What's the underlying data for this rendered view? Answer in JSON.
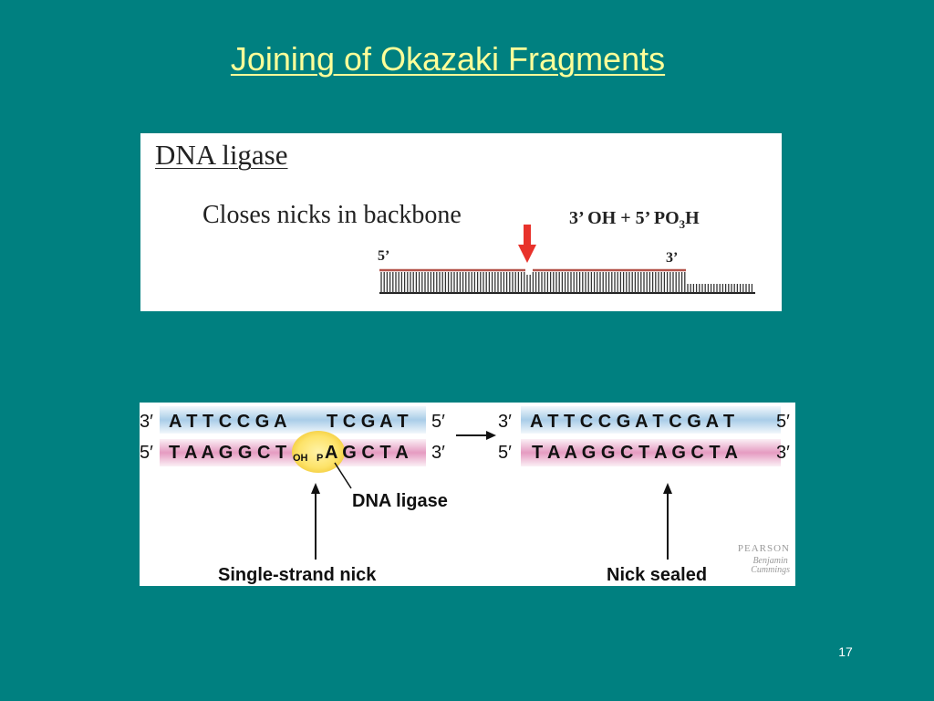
{
  "slide": {
    "title": "Joining of Okazaki Fragments",
    "page_number": "17"
  },
  "top_panel": {
    "heading": "DNA ligase",
    "subheading": "Closes nicks in backbone",
    "chem_left": "3’ OH + 5’ PO",
    "chem_sub": "3",
    "chem_right": "H",
    "label_5": "5’",
    "label_3": "3’"
  },
  "bottom_panel": {
    "left": {
      "top_end_left": "3′",
      "top_seq_a": "A T T C C G A",
      "top_seq_b": "T C G A T",
      "top_end_right": "5′",
      "bottom_end_left": "5′",
      "bottom_seq_a": "T A A G G C T",
      "oh": "OH",
      "p": "P",
      "bottom_seq_b": "A G C T A",
      "bottom_end_right": "3′"
    },
    "right": {
      "top_end_left": "3′",
      "top_seq": "A T T C C G A T C G A T",
      "top_end_right": "5′",
      "bottom_end_left": "5′",
      "bottom_seq": "T A A G G C T A G C T A",
      "bottom_end_right": "3′"
    },
    "enzyme_label": "DNA ligase",
    "nick_label": "Single-strand nick",
    "sealed_label": "Nick sealed",
    "publisher": "PEARSON",
    "publisher_sub_1": "Benjamin",
    "publisher_sub_2": "Cummings"
  },
  "colors": {
    "background": "#008080",
    "title": "#ffff99",
    "blue_strand": "#a9cde8",
    "pink_strand": "#e59bc1",
    "nick_highlight": "#fde36a",
    "arrow_red": "#e8322b"
  }
}
